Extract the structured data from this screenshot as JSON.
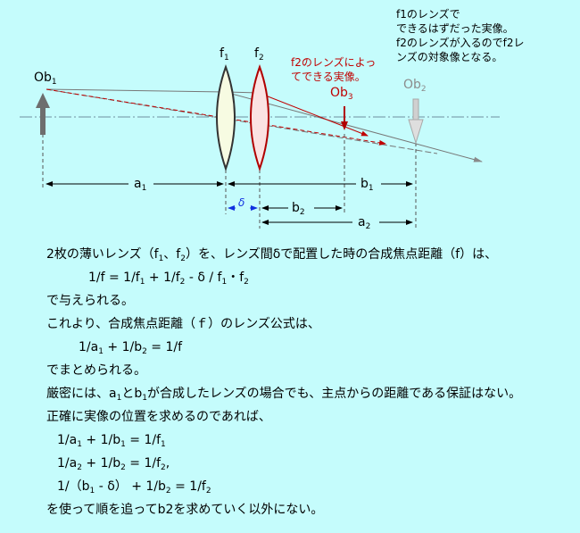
{
  "diagram": {
    "lens1_label": {
      "main": "f",
      "sub": "1"
    },
    "lens2_label": {
      "main": "f",
      "sub": "2"
    },
    "object_label": {
      "main": "Ob",
      "sub": "1"
    },
    "image3_label": {
      "main": "Ob",
      "sub": "3"
    },
    "image2_label": {
      "main": "Ob",
      "sub": "2"
    },
    "red_note": [
      "f2のレンズによっ",
      "てできる実像。"
    ],
    "top_note": [
      "f1のレンズで",
      "できるはずだった実像。",
      "f2のレンズが入るのでf2レ",
      "ンズの対象像となる。"
    ],
    "dim_a1": {
      "main": "a",
      "sub": "1"
    },
    "dim_b1": {
      "main": "b",
      "sub": "1"
    },
    "dim_delta": "δ",
    "dim_b2": {
      "main": "b",
      "sub": "2"
    },
    "dim_a2": {
      "main": "a",
      "sub": "2"
    },
    "colors": {
      "lens1_fill": "#f7fbe2",
      "lens2_fill": "#fbe2e2",
      "lens2_stroke": "#b00000",
      "red": "#c00000",
      "gray_arrow": "#a8a8a8",
      "axis": "#7090a0"
    }
  },
  "text": {
    "l1": {
      "a": "2枚の薄いレンズ（f",
      "s1": "1",
      "b": "、f",
      "s2": "2",
      "c": "）を、レンズ間δで配置した時の合成焦点距離（f）は、"
    },
    "l2": {
      "a": "1/f = 1/f",
      "s1": "1",
      "b": " + 1/f",
      "s2": "2",
      "c": " - δ / f",
      "s3": "1",
      "d": "・f",
      "s4": "2"
    },
    "l3": "で与えられる。",
    "l4": "これより、合成焦点距離（ｆ）のレンズ公式は、",
    "l5": {
      "a": "1/a",
      "s1": "1",
      "b": " + 1/b",
      "s2": "2",
      "c": " = 1/f"
    },
    "l6": "でまとめられる。",
    "l7": {
      "a": "厳密には、a",
      "s1": "1",
      "b": "とb",
      "s2": "1",
      "c": "が合成したレンズの場合でも、主点からの距離である保証はない。"
    },
    "l8": "正確に実像の位置を求めるのであれば、",
    "l9": {
      "a": "1/a",
      "s1": "1",
      "b": " + 1/b",
      "s2": "1",
      "c": " = 1/f",
      "s3": "1"
    },
    "l10": {
      "a": "1/a",
      "s1": "2",
      "b": " + 1/b",
      "s2": "2",
      "c": " = 1/f",
      "s3": "2",
      "d": ","
    },
    "l11": {
      "a": "1/（b",
      "s1": "1",
      "b": " - δ） + 1/b",
      "s2": "2",
      "c": " = 1/f",
      "s3": "2"
    },
    "l12": "を使って順を追ってb2を求めていく以外にない。"
  }
}
